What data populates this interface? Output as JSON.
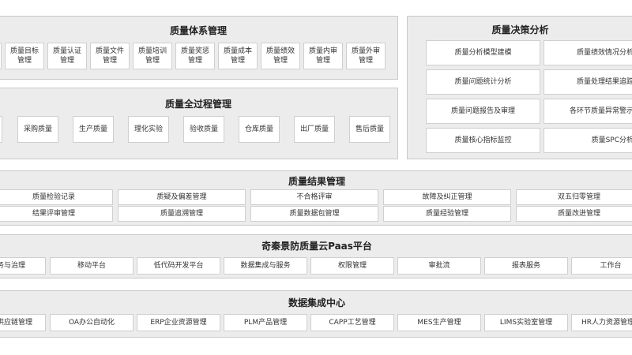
{
  "system": {
    "title": "质量体系管理",
    "items": [
      "质量目标管理",
      "质量认证管理",
      "质量文件管理",
      "质量培训管理",
      "质量奖惩管理",
      "质量成本管理",
      "质量绩效管理",
      "质量内审管理",
      "质量外审管理"
    ]
  },
  "process": {
    "title": "质量全过程管理",
    "items": [
      "采购质量",
      "生产质量",
      "理化实验",
      "验收质量",
      "仓库质量",
      "出厂质量",
      "售后质量"
    ]
  },
  "decision": {
    "title": "质量决策分析",
    "left": [
      "质量分析模型建模",
      "质量问题统计分析",
      "质量问题报告及审理",
      "质量核心指标监控"
    ],
    "right": [
      "质量绩效情况分析",
      "质量处理结果追踪",
      "各环节质量异常警示",
      "质量SPC分析"
    ]
  },
  "result": {
    "title": "质量结果管理",
    "row1": [
      "质量检验记录",
      "质疑及偏差管理",
      "不合格评审",
      "故障及纠正管理",
      "双五归零管理"
    ],
    "row2": [
      "结果评审管理",
      "质量追溯管理",
      "质量数据包管理",
      "质量经验管理",
      "质量改进管理"
    ]
  },
  "paas": {
    "title": "奇秦景防质量云Paas平台",
    "items": [
      "务与治理",
      "移动平台",
      "低代码开发平台",
      "数据集成与服务",
      "权限管理",
      "审批流",
      "报表服务",
      "工作台"
    ]
  },
  "integration": {
    "title": "数据集成中心",
    "items": [
      "供应链管理",
      "OA办公自动化",
      "ERP企业资源管理",
      "PLM产品管理",
      "CAPP工艺管理",
      "MES生产管理",
      "LIMS实验室管理",
      "HR人力资源管理"
    ]
  }
}
